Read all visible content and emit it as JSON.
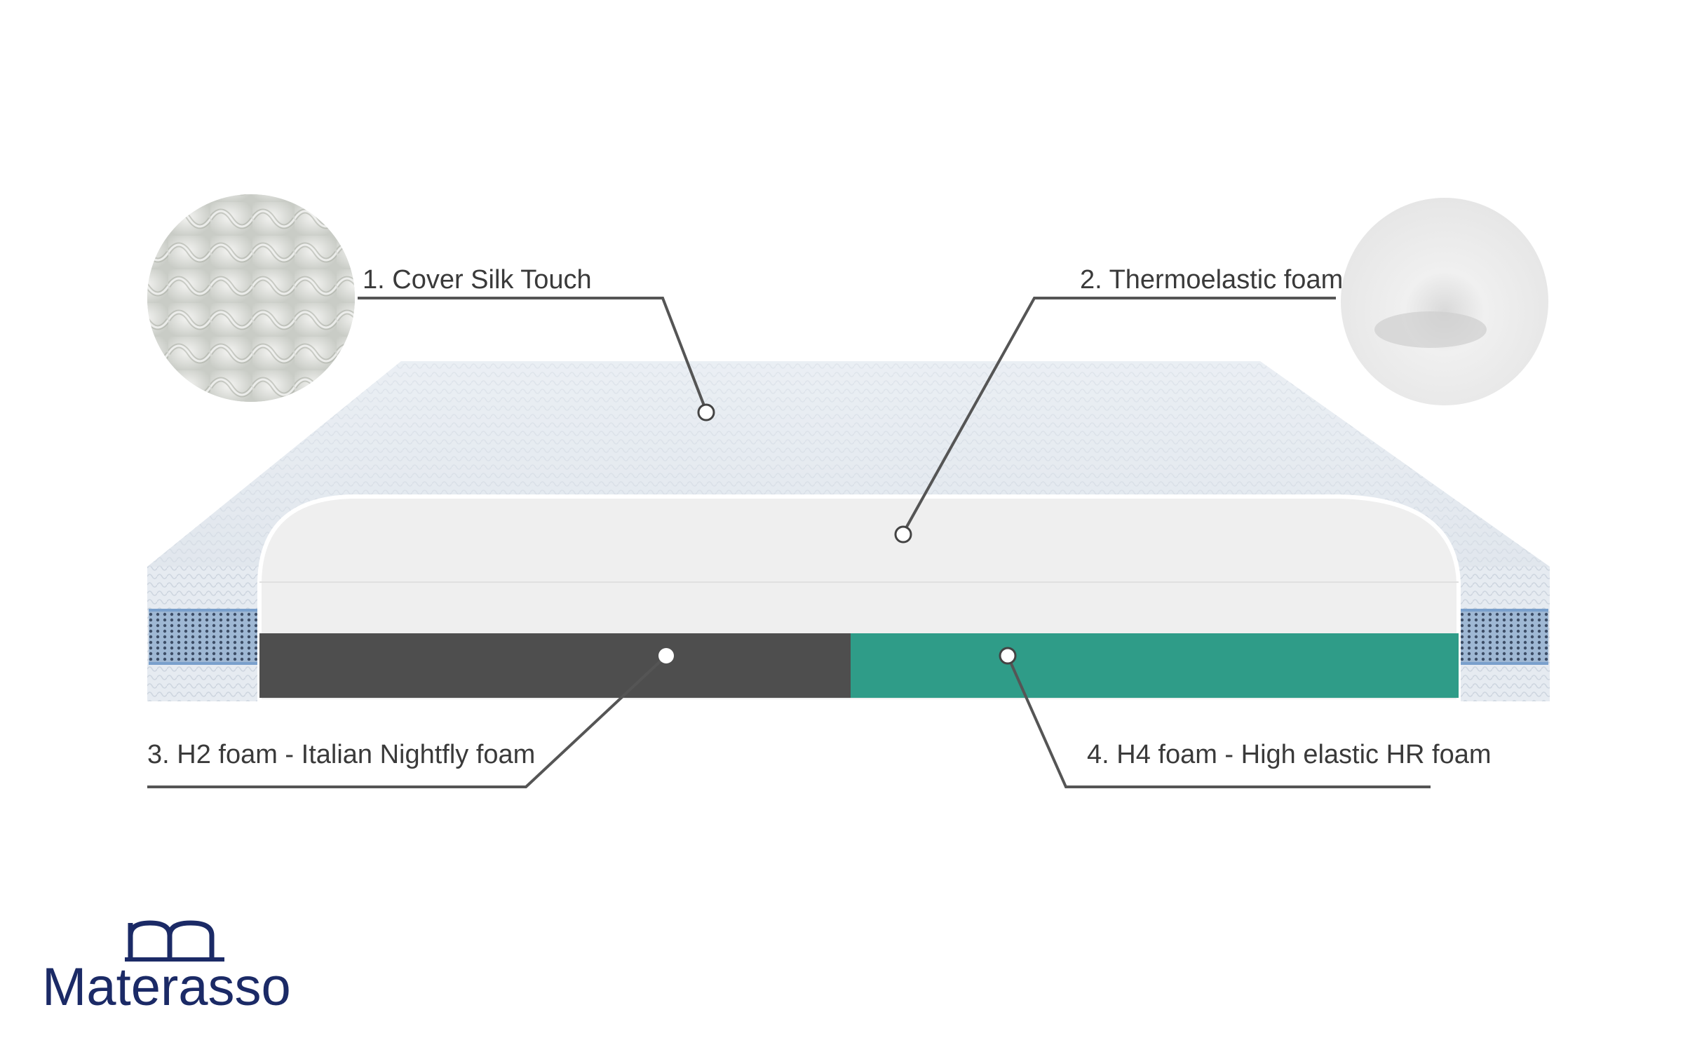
{
  "layers": [
    {
      "label": "1. Cover Silk Touch",
      "icon": "knit-fabric-texture"
    },
    {
      "label": "2. Thermoelastic foam",
      "icon": "foam-texture"
    },
    {
      "label": "3. H2 foam - Italian Nightfly foam",
      "color": "#4e4e4e"
    },
    {
      "label": "4. H4 foam - High elastic HR foam",
      "color": "#2f9c88"
    }
  ],
  "brand": {
    "name": "Materasso",
    "logo_icon": "materasso-m-logo",
    "color": "#1b2a66"
  },
  "colors": {
    "leader_line": "#555555",
    "cover": "#e9eef3",
    "thermoelastic": "#efefef",
    "side_mesh": "#aec6e0"
  }
}
